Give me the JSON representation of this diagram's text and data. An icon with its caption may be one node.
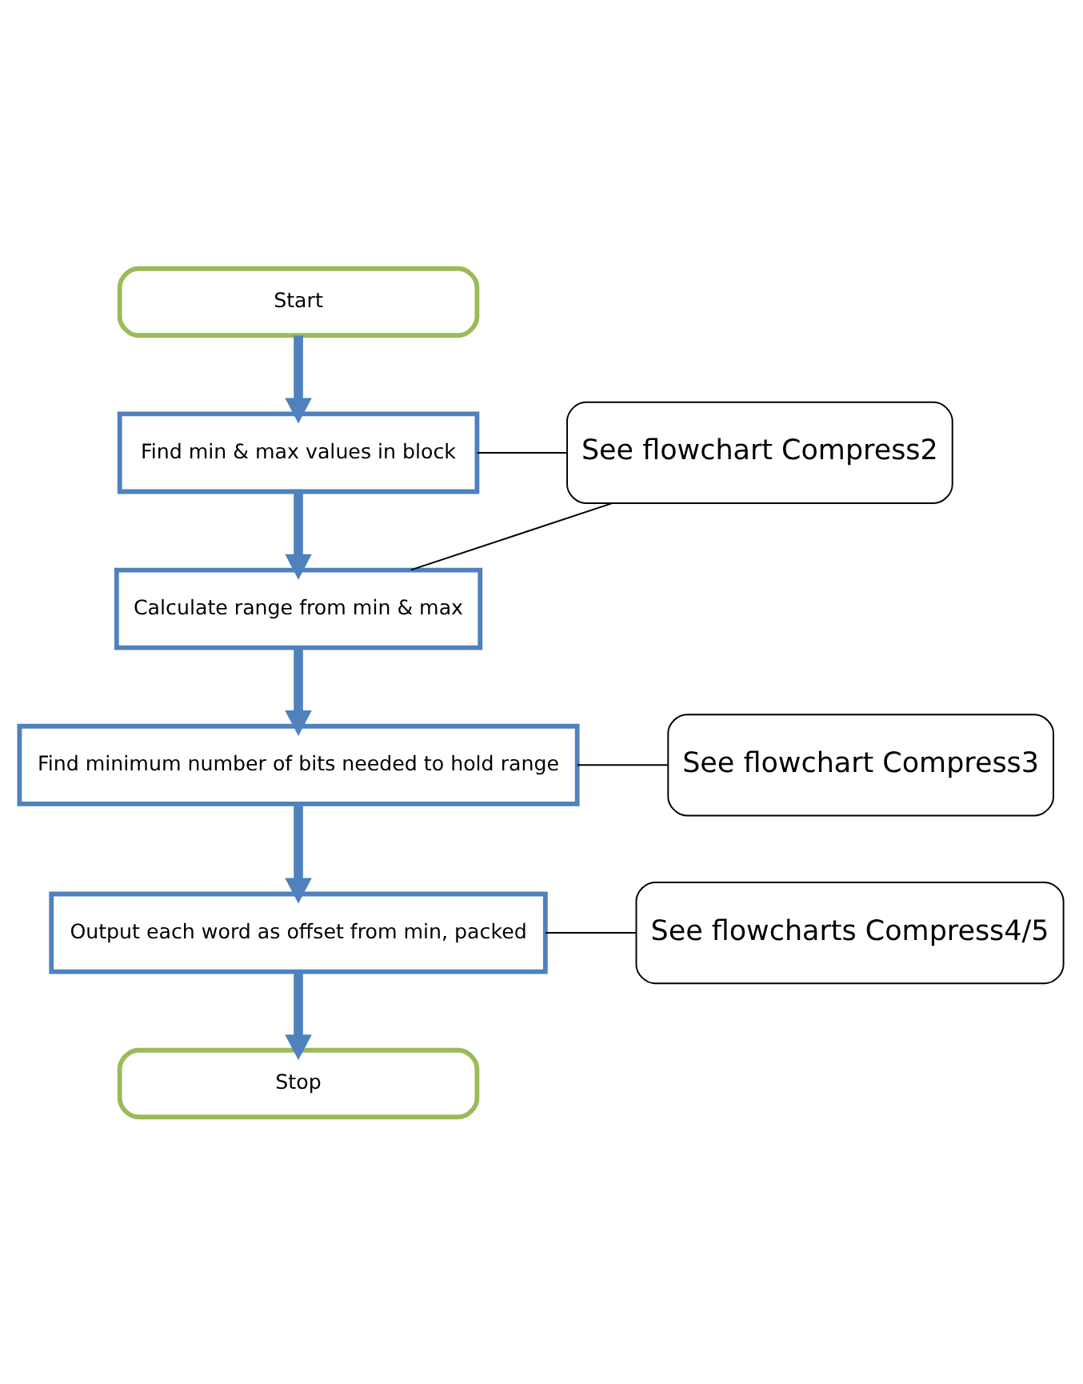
{
  "diagram": {
    "nodes": [
      {
        "text": [
          "Start"
        ]
      },
      {
        "text": [
          "Find min & max values in block"
        ]
      },
      {
        "text": [
          "Calculate range from min & max"
        ]
      },
      {
        "text": [
          "Find minimum number of bits needed to hold range"
        ]
      },
      {
        "text": [
          "Output each word as offset from min, packed"
        ]
      },
      {
        "text": [
          "Stop"
        ]
      },
      {
        "text": [
          "See flowchart Compress2"
        ]
      },
      {
        "text": [
          "See flowchart Compress3"
        ]
      },
      {
        "text": [
          "See flowcharts Compress4/5"
        ]
      }
    ],
    "edges": [
      {
        "from": 0,
        "to": 1,
        "arrow": "to"
      },
      {
        "from": 1,
        "to": 2,
        "arrow": "to"
      },
      {
        "from": 2,
        "to": 3,
        "arrow": "to"
      },
      {
        "from": 3,
        "to": 4,
        "arrow": "to"
      },
      {
        "from": 4,
        "to": 5,
        "arrow": "to"
      },
      {
        "from": 6,
        "to": 1,
        "arrow": "none",
        "color": "#000000"
      },
      {
        "from": 6,
        "to": 2,
        "arrow": "none",
        "color": "#000000"
      },
      {
        "from": 7,
        "to": 3,
        "arrow": "none",
        "color": "#000000"
      },
      {
        "from": 8,
        "to": 4,
        "arrow": "none",
        "color": "#000000"
      }
    ]
  }
}
